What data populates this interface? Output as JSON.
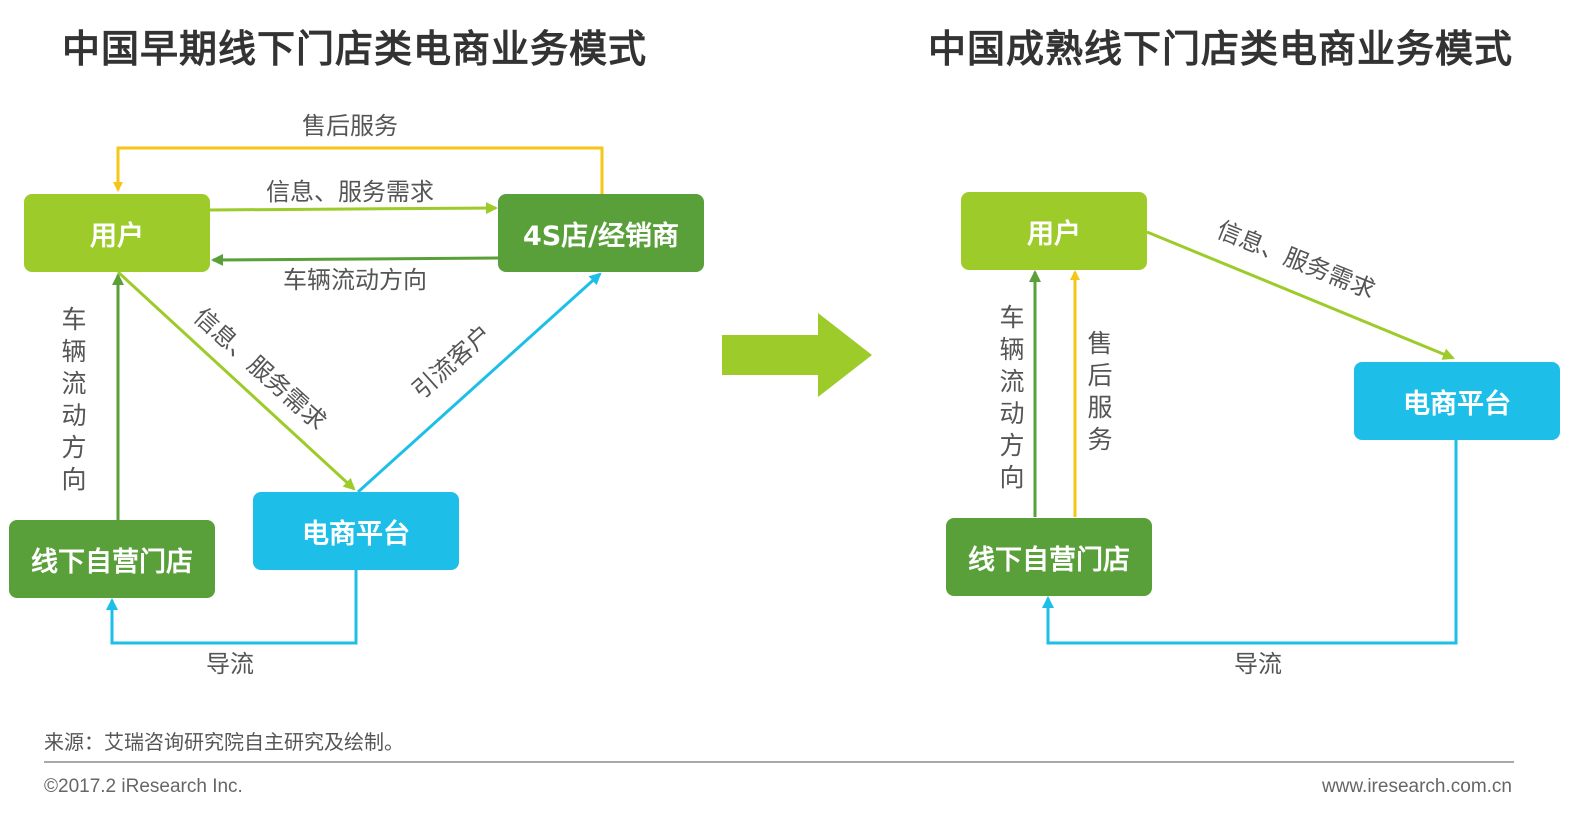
{
  "titles": {
    "left": "中国早期线下门店类电商业务模式",
    "right": "中国成熟线下门店类电商业务模式"
  },
  "left_diagram": {
    "nodes": {
      "user": "用户",
      "dealer": "4S店/经销商",
      "store": "线下自营门店",
      "platform": "电商平台"
    },
    "edges": {
      "after_sales": "售后服务",
      "info_demand_top": "信息、服务需求",
      "vehicle_flow_top": "车辆流动方向",
      "vehicle_flow_side": "车辆流动方向",
      "info_demand_diag": "信息、服务需求",
      "attract_customers": "引流客户",
      "traffic": "导流"
    }
  },
  "right_diagram": {
    "nodes": {
      "user": "用户",
      "store": "线下自营门店",
      "platform": "电商平台"
    },
    "edges": {
      "info_demand": "信息、服务需求",
      "vehicle_flow": "车辆流动方向",
      "after_sales": "售后服务",
      "traffic": "导流"
    }
  },
  "colors": {
    "lime": "#9ccb2a",
    "green": "#5aa03a",
    "cyan": "#1dbfe8",
    "yellow": "#f5c518"
  },
  "footer": {
    "source": "来源：艾瑞咨询研究院自主研究及绘制。",
    "copyright": "©2017.2 iResearch Inc.",
    "website": "www.iresearch.com.cn"
  }
}
